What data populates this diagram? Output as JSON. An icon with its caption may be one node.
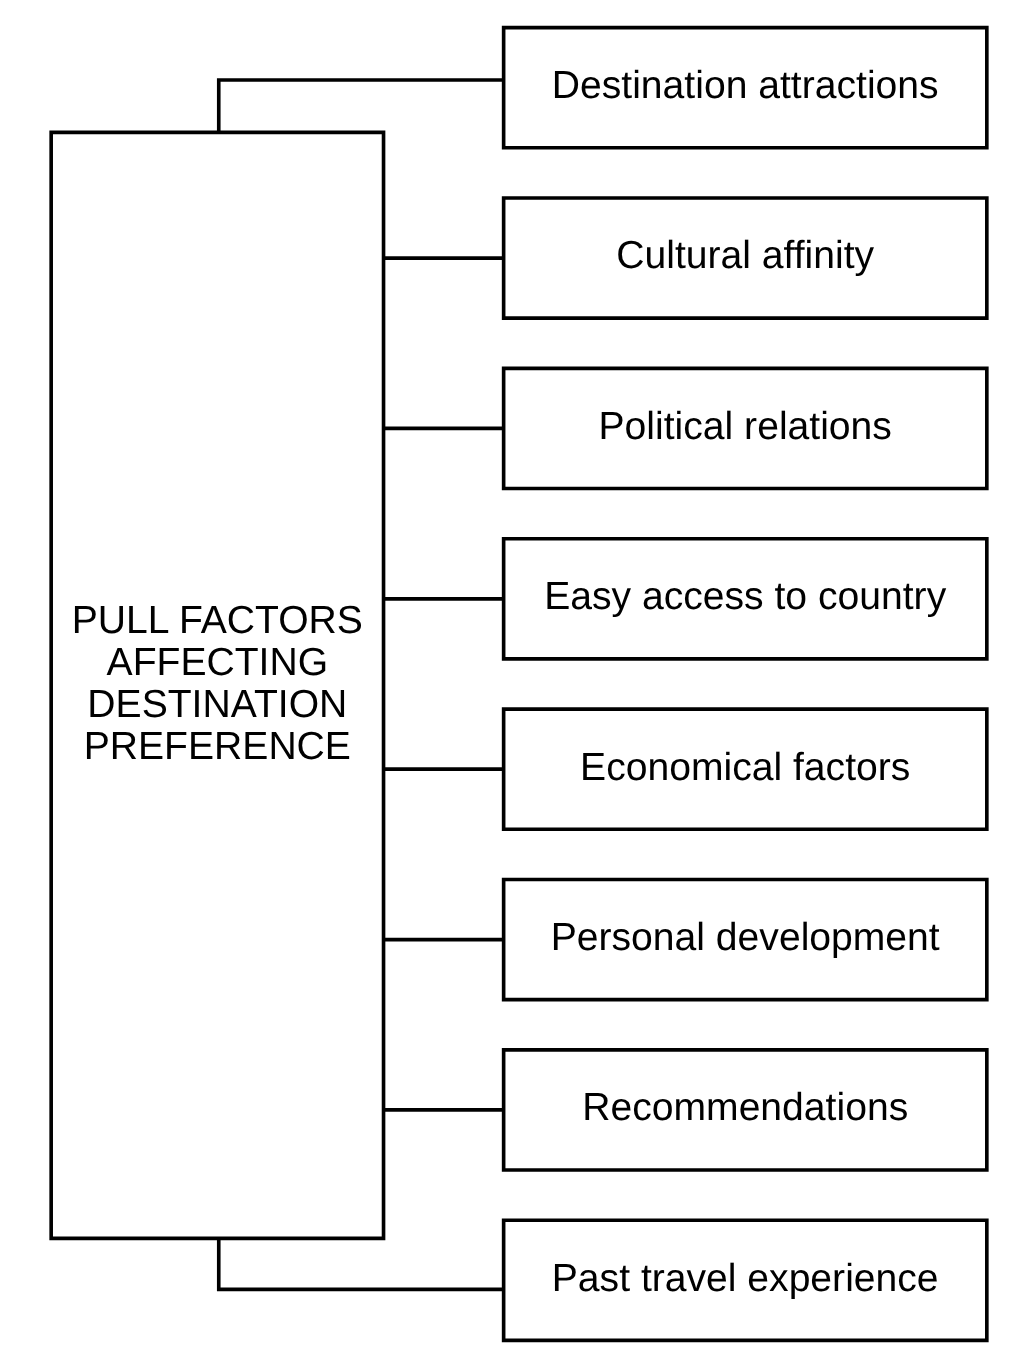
{
  "diagram": {
    "nodes": [
      {
        "text": [
          "PULL FACTORS AFFECTING DESTINATION PREFERENCE"
        ]
      },
      {
        "text": [
          "Destination attractions"
        ]
      },
      {
        "text": [
          "Cultural affinity"
        ]
      },
      {
        "text": [
          "Political relations"
        ]
      },
      {
        "text": [
          "Easy access to country"
        ]
      },
      {
        "text": [
          "Economical factors"
        ]
      },
      {
        "text": [
          "Personal development"
        ]
      },
      {
        "text": [
          "Recommendations"
        ]
      },
      {
        "text": [
          "Past travel experience"
        ]
      }
    ],
    "edges": [
      {
        "from": 0,
        "to": 1,
        "arrow": "none"
      },
      {
        "from": 0,
        "to": 2,
        "arrow": "none"
      },
      {
        "from": 0,
        "to": 3,
        "arrow": "none"
      },
      {
        "from": 0,
        "to": 4,
        "arrow": "none"
      },
      {
        "from": 0,
        "to": 5,
        "arrow": "none"
      },
      {
        "from": 0,
        "to": 6,
        "arrow": "none"
      },
      {
        "from": 0,
        "to": 7,
        "arrow": "none"
      },
      {
        "from": 0,
        "to": 8,
        "arrow": "none"
      }
    ]
  }
}
